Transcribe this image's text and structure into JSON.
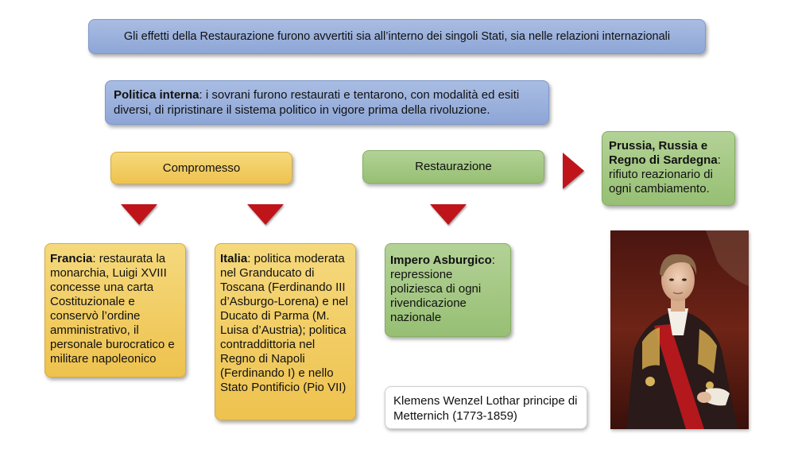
{
  "header": {
    "text": "Gli effetti della Restaurazione furono avvertiti sia all’interno dei singoli Stati, sia nelle relazioni internazionali"
  },
  "internal_policy": {
    "title": "Politica interna",
    "text": ": i sovrani furono restaurati e tentarono, con modalità ed esiti diversi, di ripristinare il sistema politico in vigore prima della rivoluzione."
  },
  "categories": {
    "compromise": "Compromesso",
    "restoration": "Restaurazione"
  },
  "prussia": {
    "title": "Prussia, Russia e Regno di Sardegna",
    "text": ": rifiuto reazionario di ogni cambiamento."
  },
  "france": {
    "title": "Francia",
    "text": ": restaurata la monarchia, Luigi XVIII concesse una carta Costituzionale e conservò l’ordine amministrativo, il personale burocratico e militare napoleonico"
  },
  "italy": {
    "title": "Italia",
    "text": ": politica moderata nel Granducato di Toscana (Ferdinando III d’Asburgo-Lorena) e nel Ducato di Parma (M. Luisa d’Austria); politica contraddittoria nel Regno di Napoli (Ferdinando I) e nello Stato Pontificio (Pio VII)"
  },
  "habsburg": {
    "title": "Impero Asburgico",
    "text": ": repressione poliziesca di ogni rivendicazione nazionale"
  },
  "portrait": {
    "caption": "Klemens Wenzel Lothar principe di Metternich (1773-1859)"
  },
  "colors": {
    "blue": "#9db2de",
    "yellow": "#f0c95c",
    "green": "#a2c682",
    "arrow_red": "#c0141b"
  }
}
